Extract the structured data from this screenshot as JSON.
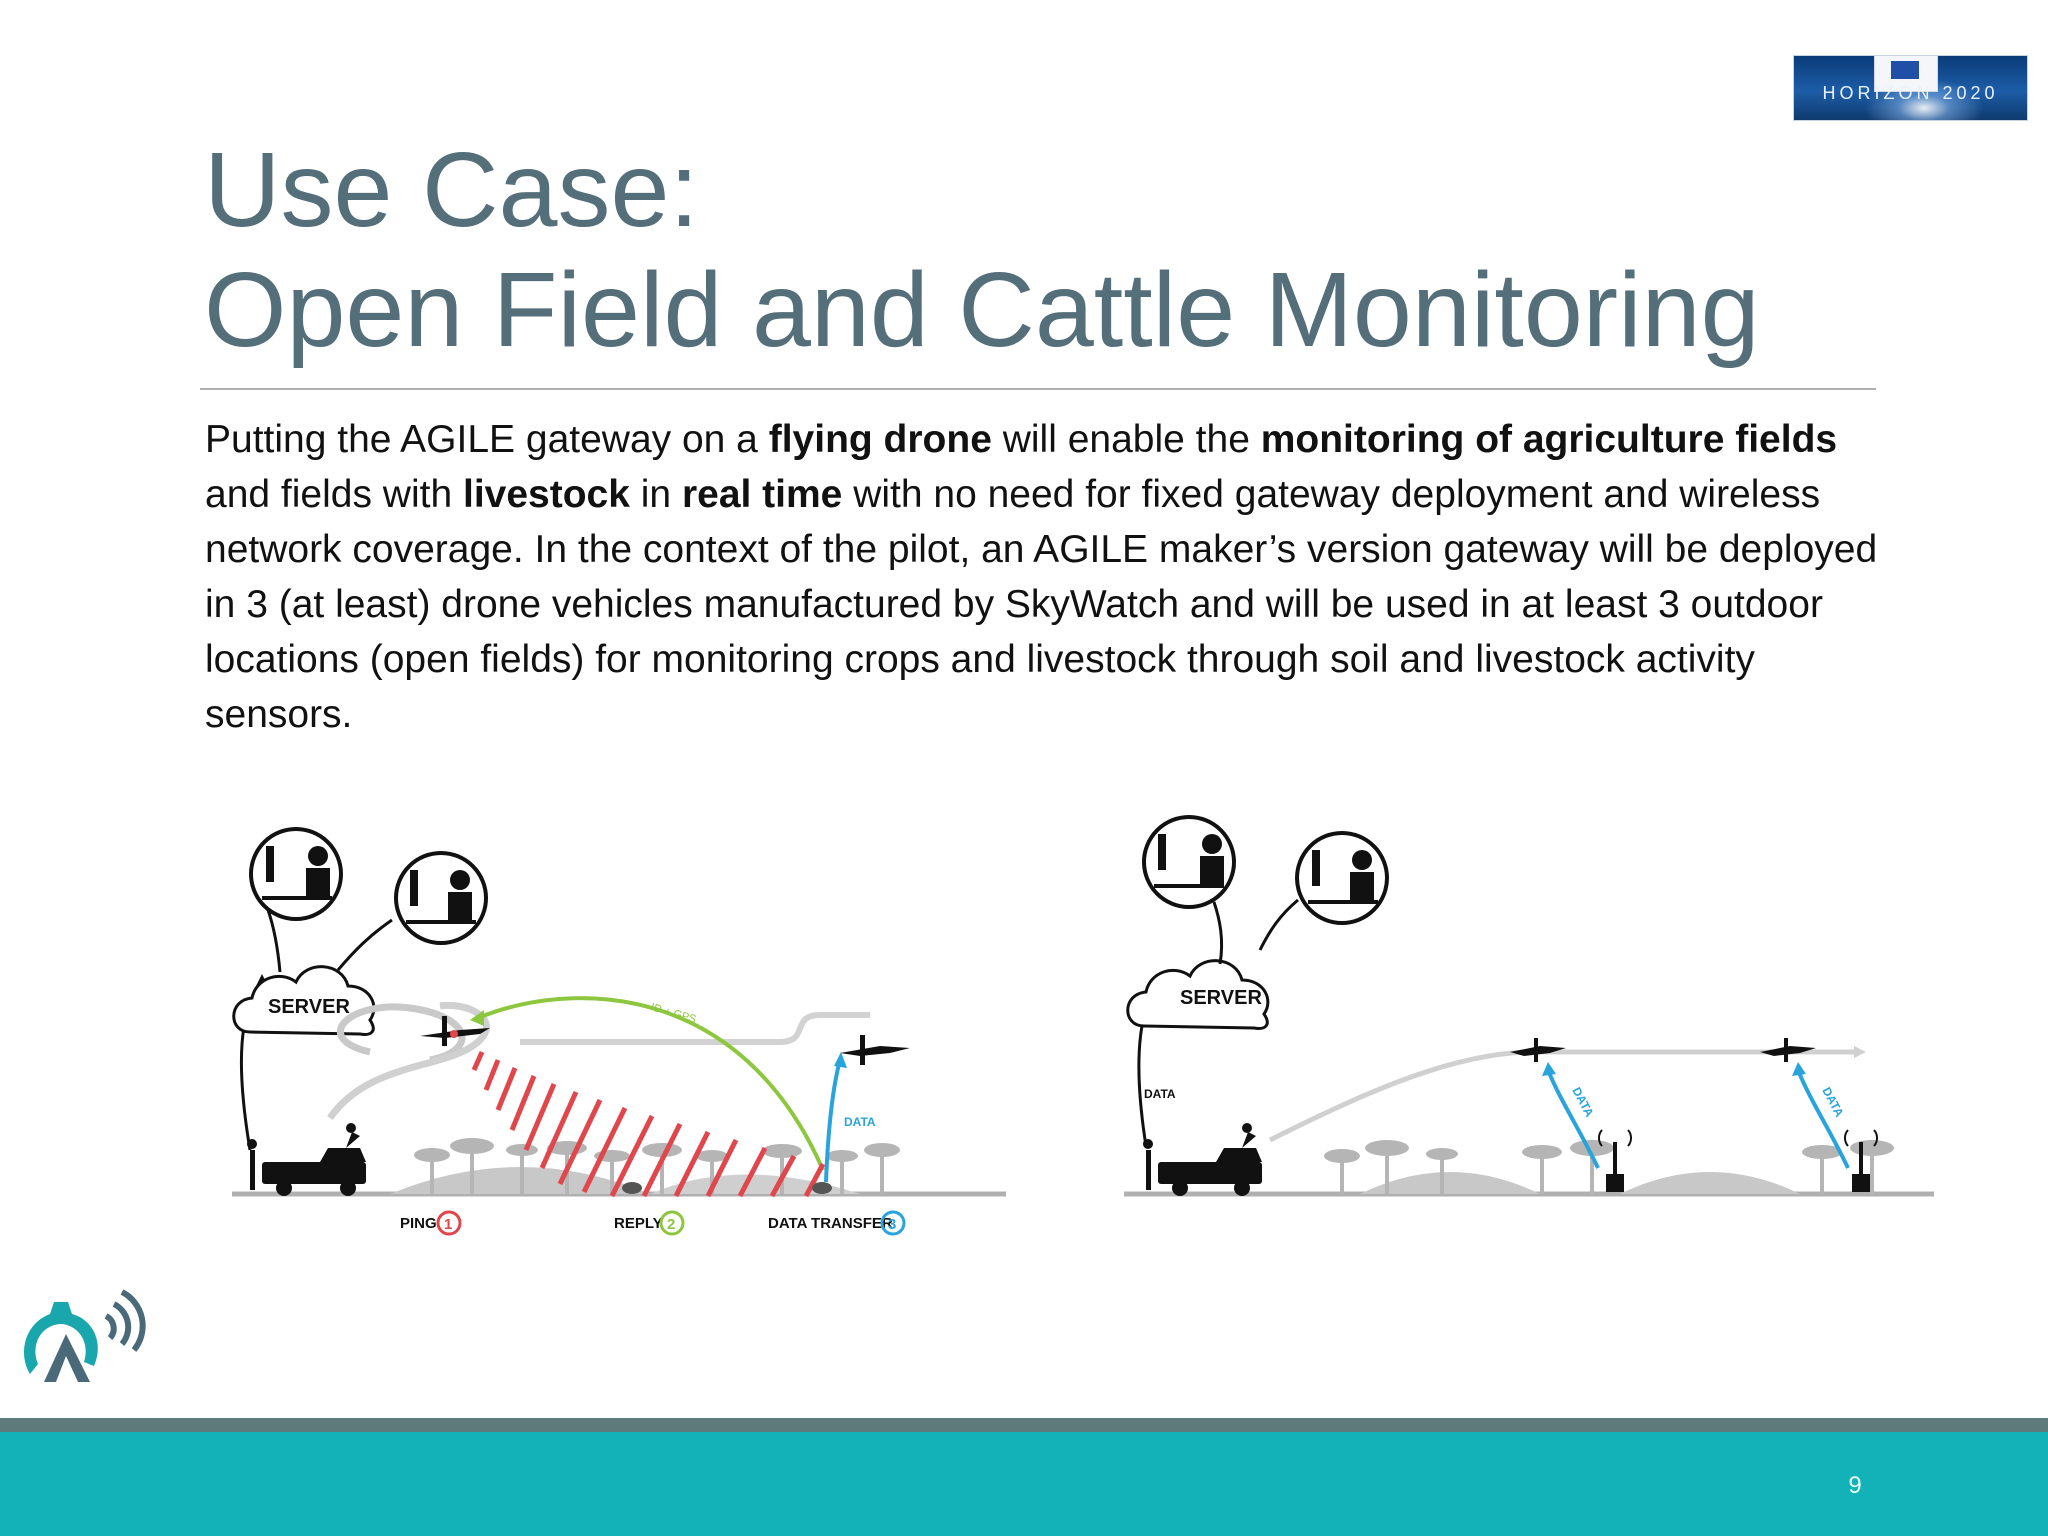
{
  "header": {
    "eu_logo_text": "HORIZON 2020"
  },
  "slide": {
    "title_line1": "Use Case:",
    "title_line2": "Open Field and Cattle Monitoring"
  },
  "body": {
    "t1": "Putting the AGILE gateway on a ",
    "b1": "flying drone",
    "t2": " will enable the ",
    "b2": "monitoring of agriculture fields",
    "t3": " and fields with ",
    "b3": "livestock",
    "t4": " in ",
    "b4": "real time",
    "t5": " with no need for fixed gateway deployment and wireless network coverage. In the context of the pilot, an AGILE maker’s version gateway will be deployed in 3 (at least) drone vehicles manufactured by SkyWatch and will be used in at least 3 outdoor locations (open fields) for monitoring crops and livestock through soil and livestock activity sensors."
  },
  "diagram_left": {
    "server_label": "SERVER",
    "id_gps_label": "ID + GPS",
    "data_label": "DATA",
    "ping_label": "PING",
    "ping_num": "1",
    "reply_label": "REPLY",
    "reply_num": "2",
    "transfer_label": "DATA TRANSFER",
    "transfer_num": "3"
  },
  "diagram_right": {
    "server_label": "SERVER",
    "data_label_left": "DATA",
    "data_label_mid": "DATA",
    "data_label_right": "DATA"
  },
  "footer": {
    "page_number": "9"
  },
  "colors": {
    "title": "#546e7a",
    "footer": "#12b2b8",
    "footer_line": "#5f7a7a",
    "ping": "#e0474c",
    "reply": "#8dc63f",
    "data": "#29a3dc",
    "logo": "#1aa6ad"
  }
}
